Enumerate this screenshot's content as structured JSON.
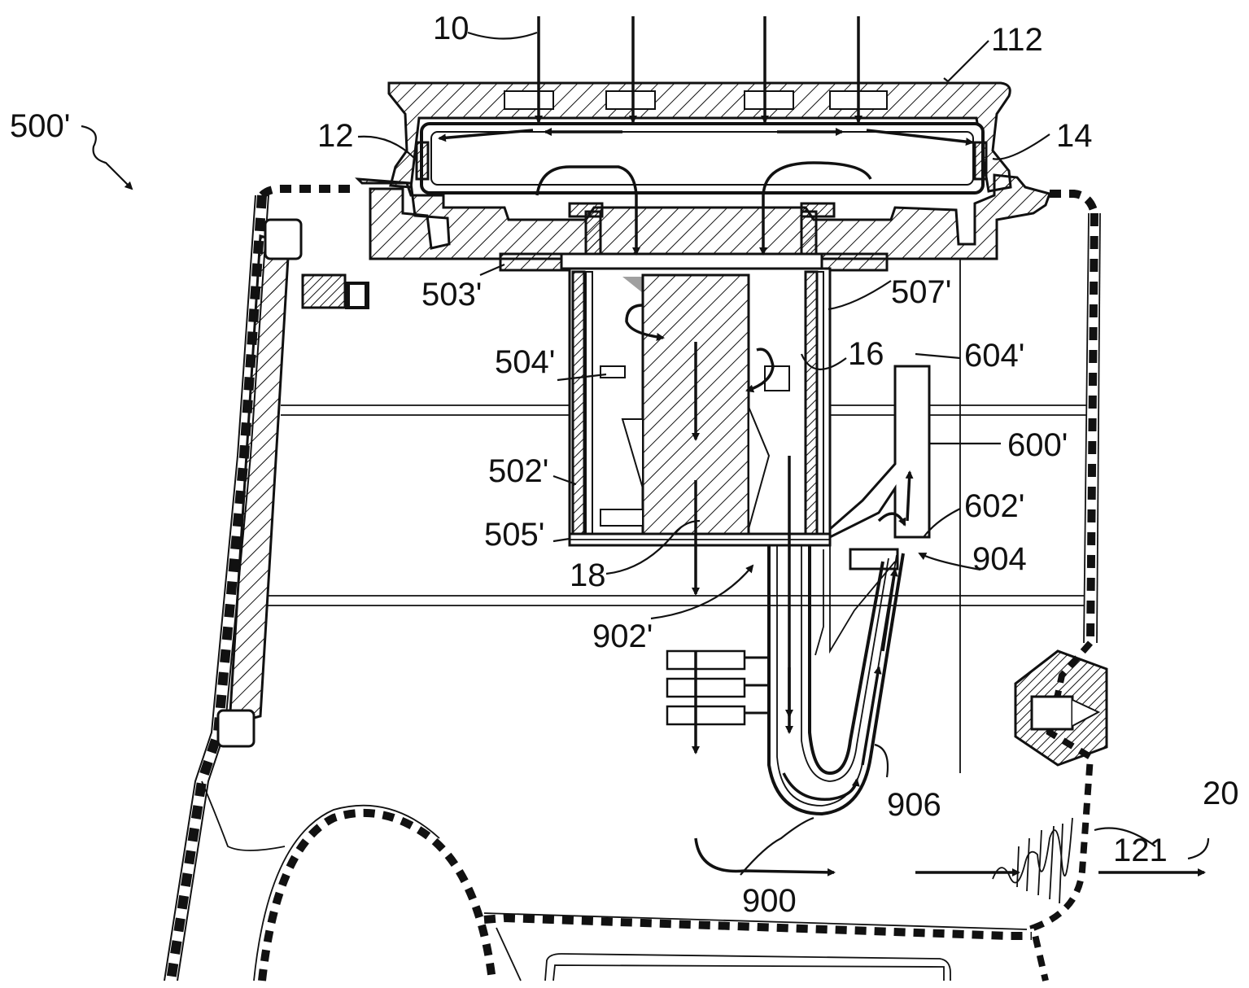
{
  "labels": {
    "l500": "500'",
    "l10": "10",
    "l112": "112",
    "l12": "12",
    "l14": "14",
    "l503": "503'",
    "l507": "507'",
    "l504": "504'",
    "l16": "16",
    "l604": "604'",
    "l600": "600'",
    "l502": "502'",
    "l602": "602'",
    "l505": "505'",
    "l904": "904",
    "l18": "18",
    "l902": "902'",
    "l906": "906",
    "l20": "20",
    "l121": "121",
    "l900": "900"
  },
  "colors": {
    "ink": "#111111",
    "paper": "#ffffff"
  }
}
